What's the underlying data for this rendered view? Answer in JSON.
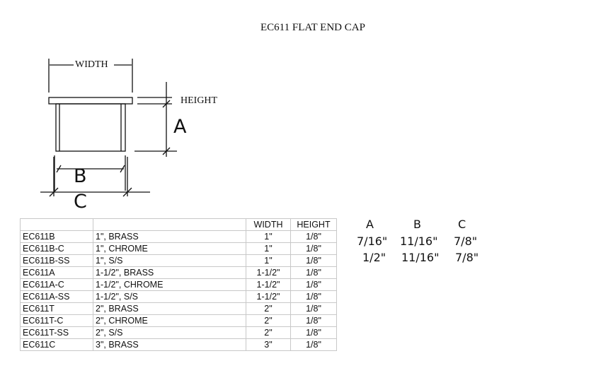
{
  "title": "EC611 FLAT END CAP",
  "drawing": {
    "width_label": "WIDTH",
    "height_label": "HEIGHT",
    "a_label": "A",
    "b_label": "B",
    "c_label": "C"
  },
  "table": {
    "headers": [
      "",
      "",
      "WIDTH",
      "HEIGHT"
    ],
    "rows": [
      [
        "EC611B",
        "1\", BRASS",
        "1\"",
        "1/8\""
      ],
      [
        "EC611B-C",
        "1\", CHROME",
        "1\"",
        "1/8\""
      ],
      [
        "EC611B-SS",
        "1\", S/S",
        "1\"",
        "1/8\""
      ],
      [
        "EC611A",
        "1-1/2\", BRASS",
        "1-1/2\"",
        "1/8\""
      ],
      [
        "EC611A-C",
        "1-1/2\", CHROME",
        "1-1/2\"",
        "1/8\""
      ],
      [
        "EC611A-SS",
        "1-1/2\", S/S",
        "1-1/2\"",
        "1/8\""
      ],
      [
        "EC611T",
        "2\", BRASS",
        "2\"",
        "1/8\""
      ],
      [
        "EC611T-C",
        "2\", CHROME",
        "2\"",
        "1/8\""
      ],
      [
        "EC611T-SS",
        "2\", S/S",
        "2\"",
        "1/8\""
      ],
      [
        "EC611C",
        "3\", BRASS",
        "3\"",
        "1/8\""
      ]
    ]
  },
  "dimensions": {
    "headers": [
      "A",
      "B",
      "C"
    ],
    "rows": [
      [
        "7/16\"",
        "11/16\"",
        "7/8\""
      ],
      [
        "1/2\"",
        "11/16\"",
        "7/8\""
      ]
    ]
  }
}
